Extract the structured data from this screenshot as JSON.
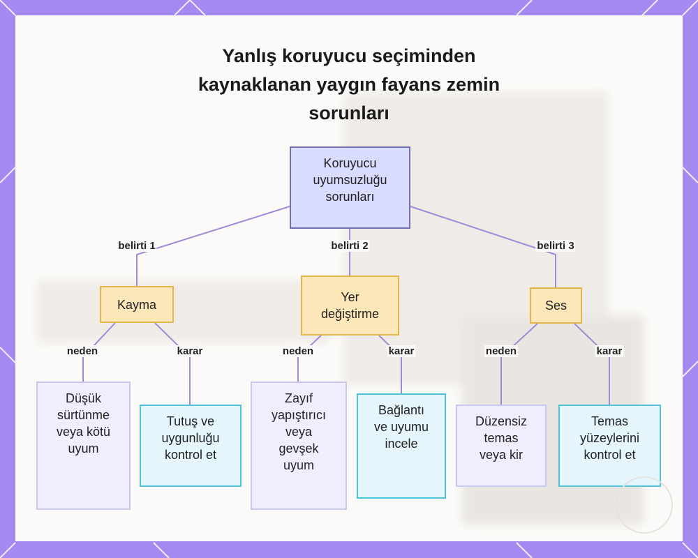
{
  "title_lines": [
    "Yanlış koruyucu seçiminden",
    "kaynaklanan yaygın fayans zemin",
    "sorunları"
  ],
  "root": {
    "lines": [
      "Koruyucu",
      "uyumsuzluğu",
      "sorunları"
    ]
  },
  "branches": [
    {
      "edge_label": "belirti 1",
      "node": {
        "lines": [
          "Kayma"
        ]
      },
      "cause": {
        "edge_label": "neden",
        "lines": [
          "Düşük",
          "sürtünme",
          "veya kötü",
          "uyum"
        ]
      },
      "fix": {
        "edge_label": "karar",
        "lines": [
          "Tutuş ve",
          "uygunluğu",
          "kontrol et"
        ]
      }
    },
    {
      "edge_label": "belirti 2",
      "node": {
        "lines": [
          "Yer",
          "değiştirme"
        ]
      },
      "cause": {
        "edge_label": "neden",
        "lines": [
          "Zayıf",
          "yapıştırıcı",
          "veya",
          "gevşek",
          "uyum"
        ]
      },
      "fix": {
        "edge_label": "karar",
        "lines": [
          "Bağlantı",
          "ve uyumu",
          "incele"
        ]
      }
    },
    {
      "edge_label": "belirti 3",
      "node": {
        "lines": [
          "Ses"
        ]
      },
      "cause": {
        "edge_label": "neden",
        "lines": [
          "Düzensiz",
          "temas",
          "veya kir"
        ]
      },
      "fix": {
        "edge_label": "karar",
        "lines": [
          "Temas",
          "yüzeylerini",
          "kontrol et"
        ]
      }
    }
  ],
  "colors": {
    "frame": "#a48af0",
    "edge": "#a08ad8",
    "root_fill": "#d9dcff",
    "symptom_fill": "#fde6b8",
    "cause_fill": "#eeeeff",
    "fix_fill": "#e4f6fb"
  }
}
